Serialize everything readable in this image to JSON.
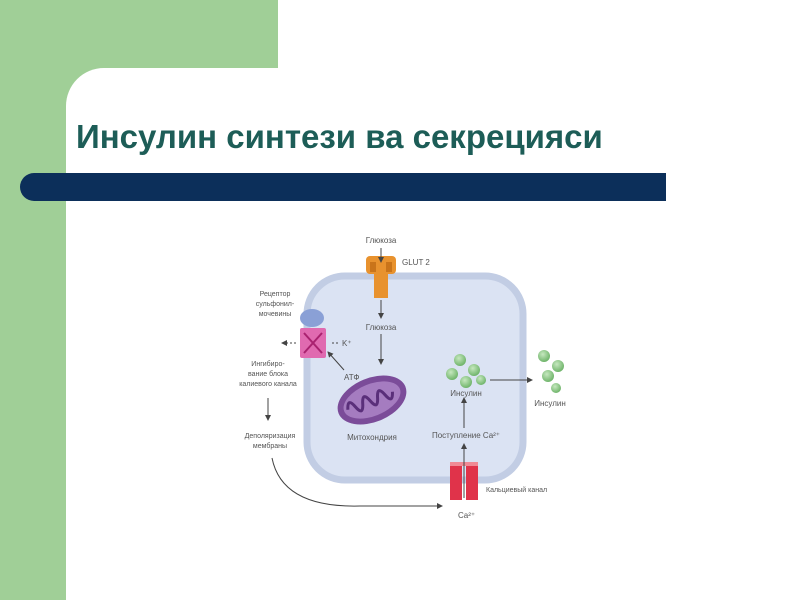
{
  "slide": {
    "title": "Инсулин синтези ва секрецияси"
  },
  "diagram": {
    "labels": {
      "glucose_top": "Глюкоза",
      "glut2": "GLUT 2",
      "glucose_inside": "Глюкоза",
      "receptor": [
        "Рецептор",
        "сульфонил-",
        "мочевины"
      ],
      "k_ion": "K⁺",
      "atp": "АТФ",
      "k_channel_inhibition": [
        "Ингибиро-",
        "вание блока",
        "калиевого канала"
      ],
      "depolarization": [
        "Деполяризация",
        "мембраны"
      ],
      "mitochondria": "Митохондрия",
      "insulin_inside": "Инсулин",
      "insulin_outside": "Инсулин",
      "ca_influx": "Поступление Ca²⁺",
      "calcium_channel": "Кальциевый канал",
      "ca_ion": "Ca²⁺"
    },
    "colors": {
      "cell_fill": "#dbe3f3",
      "cell_border": "#c2cde4",
      "glut_transporter": "#e8922e",
      "mitochondria": "#7b4c99",
      "receptor_top": "#8aa0d6",
      "receptor_body": "#e06ab0",
      "calcium_channel": "#e0334a",
      "insulin_granule": "#7cc17a"
    }
  }
}
